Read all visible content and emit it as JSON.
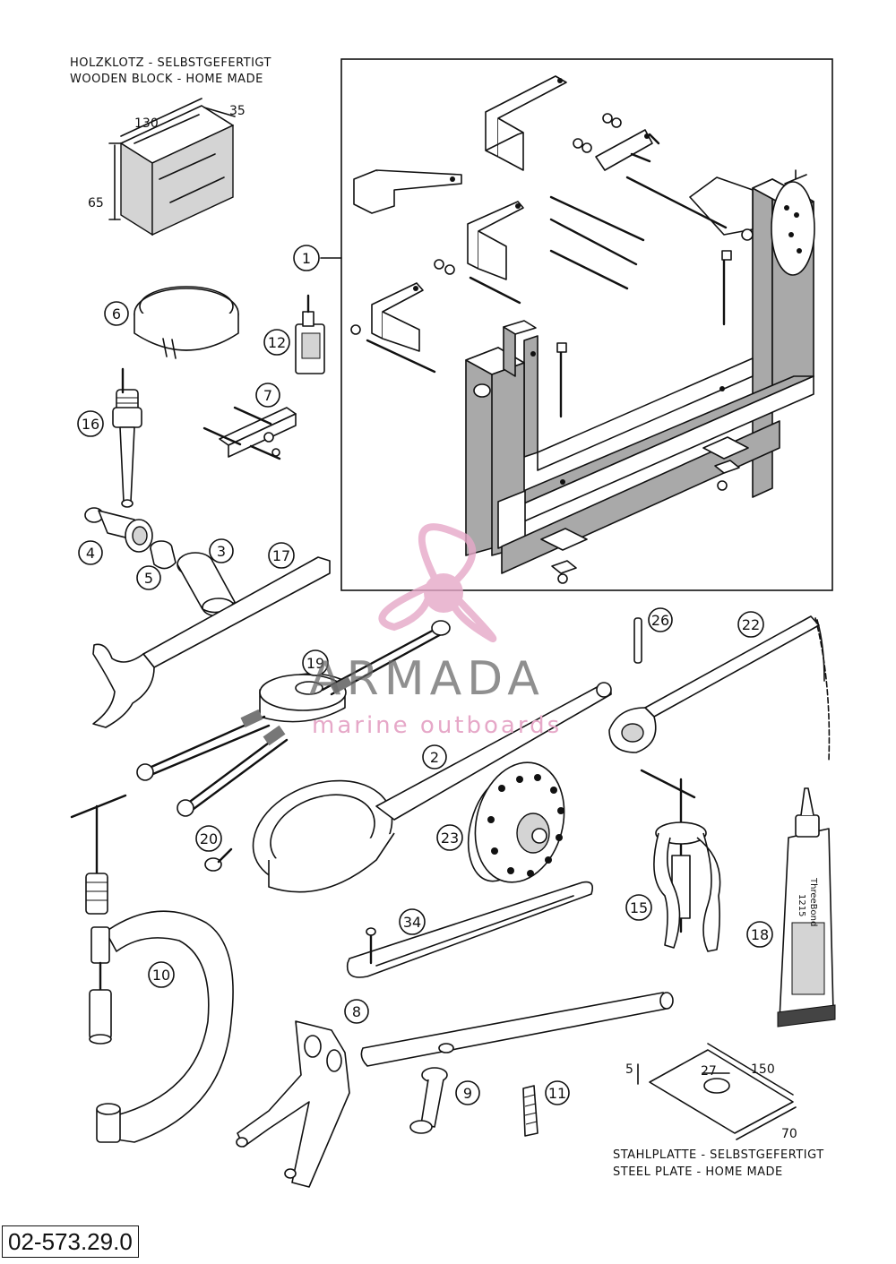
{
  "captions": {
    "wooden_block_de": "HOLZKLOTZ - SELBSTGEFERTIGT",
    "wooden_block_en": "WOODEN BLOCK - HOME MADE",
    "steel_plate_de": "STAHLPLATTE - SELBSTGEFERTIGT",
    "steel_plate_en": "STEEL PLATE - HOME MADE"
  },
  "dimensions": {
    "block_length": "130",
    "block_depth": "35",
    "block_height": "65",
    "plate_thickness": "5",
    "plate_hole": "27",
    "plate_length": "150",
    "plate_width": "70"
  },
  "callouts": [
    "1",
    "2",
    "3",
    "4",
    "5",
    "6",
    "7",
    "8",
    "9",
    "10",
    "11",
    "12",
    "15",
    "16",
    "17",
    "18",
    "19",
    "20",
    "22",
    "23",
    "26",
    "34"
  ],
  "tube_label": {
    "brand": "ThreeBond",
    "code": "1215"
  },
  "document_number": "02-573.29.0",
  "watermark": {
    "title": "ARMADA",
    "subtitle": "marine outboards",
    "pink": "#e6a8c8"
  },
  "colors": {
    "line": "#111111",
    "frame_fill": "#a9a9a9"
  }
}
